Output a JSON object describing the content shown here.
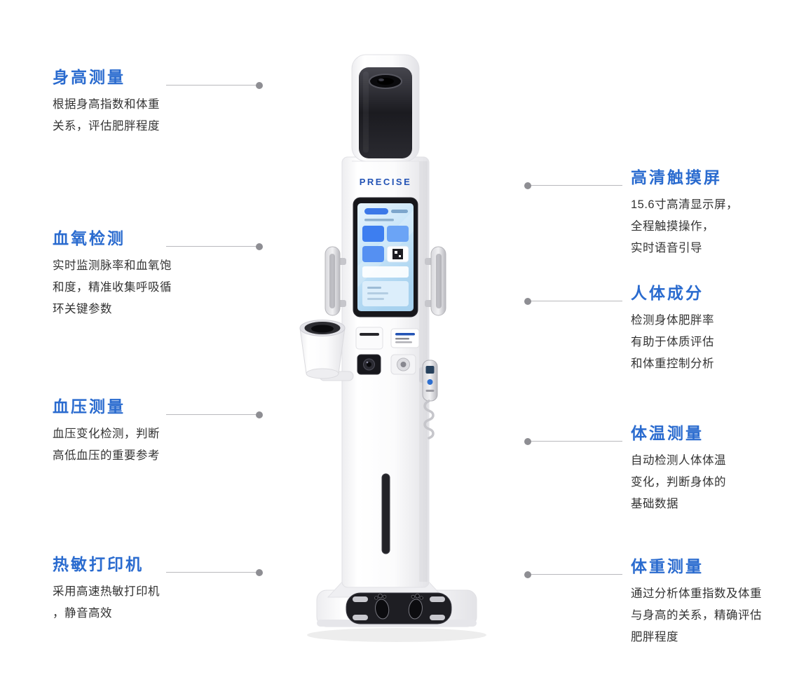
{
  "colors": {
    "accent": "#2a6bcf",
    "brand": "#2353b5",
    "text": "#333333",
    "line": "#b9b9bd",
    "dot": "#8e8e93"
  },
  "machine": {
    "brand": "PRECISE"
  },
  "callouts": {
    "left": [
      {
        "title": "身高测量",
        "lines": [
          "根据身高指数和体重",
          "关系，评估肥胖程度"
        ]
      },
      {
        "title": "血氧检测",
        "lines": [
          "实时监测脉率和血氧饱",
          "和度，精准收集呼吸循",
          "环关键参数"
        ]
      },
      {
        "title": "血压测量",
        "lines": [
          "血压变化检测，判断",
          "高低血压的重要参考"
        ]
      },
      {
        "title": "热敏打印机",
        "lines": [
          "采用高速热敏打印机",
          "，静音高效"
        ]
      }
    ],
    "right": [
      {
        "title": "高清触摸屏",
        "lines": [
          "15.6寸高清显示屏，",
          "全程触摸操作，",
          "实时语音引导"
        ]
      },
      {
        "title": "人体成分",
        "lines": [
          "检测身体肥胖率",
          "有助于体质评估",
          "和体重控制分析"
        ]
      },
      {
        "title": "体温测量",
        "lines": [
          "自动检测人体体温",
          "变化，判断身体的",
          "基础数据"
        ]
      },
      {
        "title": "体重测量",
        "lines": [
          "通过分析体重指数及体重",
          "与身高的关系，精确评估",
          "肥胖程度"
        ]
      }
    ]
  }
}
